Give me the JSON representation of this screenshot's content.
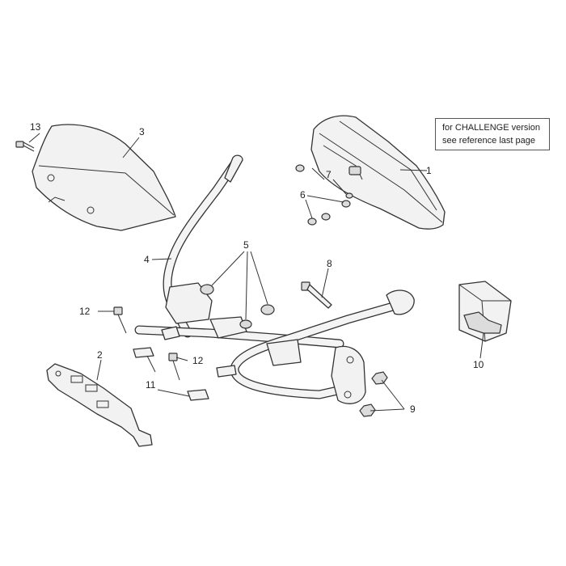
{
  "note": {
    "line1": "for CHALLENGE version",
    "line2": "see reference last page"
  },
  "callouts": {
    "c1": "1",
    "c2": "2",
    "c3": "3",
    "c4": "4",
    "c5": "5",
    "c6": "6",
    "c7": "7",
    "c8": "8",
    "c9": "9",
    "c10": "10",
    "c11": "11",
    "c12a": "12",
    "c12b": "12",
    "c13": "13"
  }
}
